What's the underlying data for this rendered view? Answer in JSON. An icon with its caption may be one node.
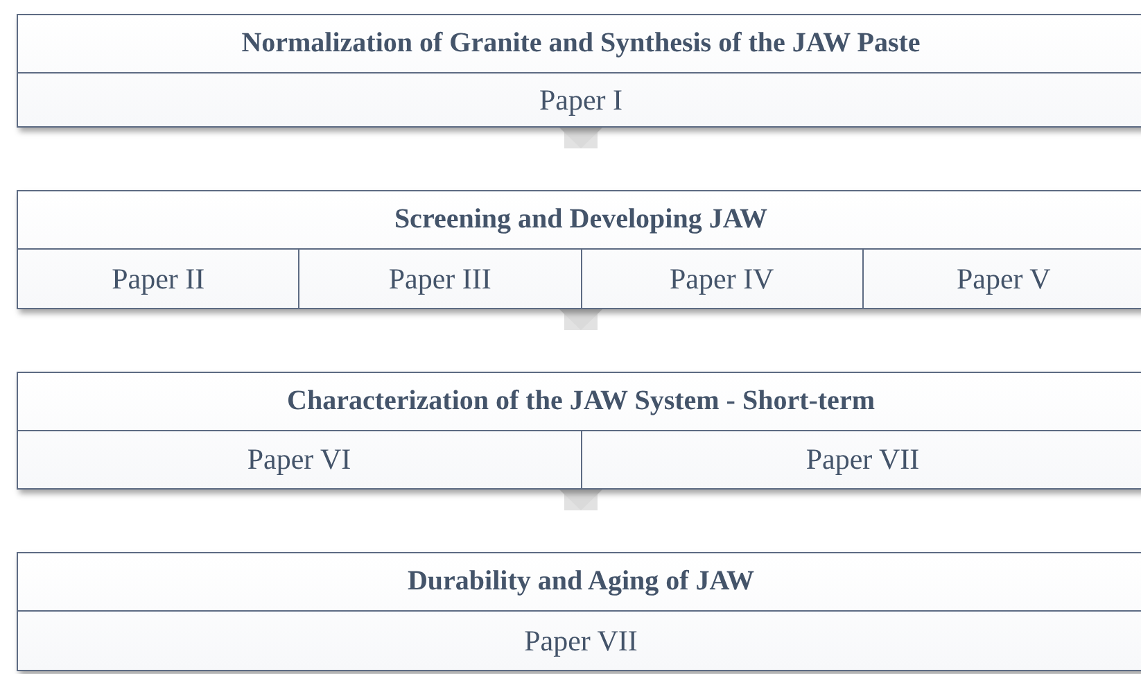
{
  "diagram": {
    "nodes": [
      {
        "text": [
          "Normalization of Granite and Synthesis of the JAW Paste"
        ]
      },
      {
        "text": [
          "Paper I"
        ],
        "in": 0
      },
      {
        "text": [
          "Screening and Developing JAW"
        ]
      },
      {
        "text": [
          "Paper II"
        ],
        "in": 2
      },
      {
        "text": [
          "Paper III"
        ],
        "in": 2
      },
      {
        "text": [
          "Paper IV"
        ],
        "in": 2
      },
      {
        "text": [
          "Paper V"
        ],
        "in": 2
      },
      {
        "text": [
          "Characterization of the JAW System - Short-term"
        ]
      },
      {
        "text": [
          "Paper VI"
        ],
        "in": 7
      },
      {
        "text": [
          "Paper VII"
        ],
        "in": 7
      },
      {
        "text": [
          "Durability and Aging of JAW"
        ]
      },
      {
        "text": [
          "Paper VII"
        ],
        "in": 10
      }
    ],
    "edges": [
      {
        "from": 0,
        "to": 2,
        "arrow": "to"
      },
      {
        "from": 2,
        "to": 7,
        "arrow": "to"
      },
      {
        "from": 7,
        "to": 10,
        "arrow": "to"
      }
    ]
  }
}
